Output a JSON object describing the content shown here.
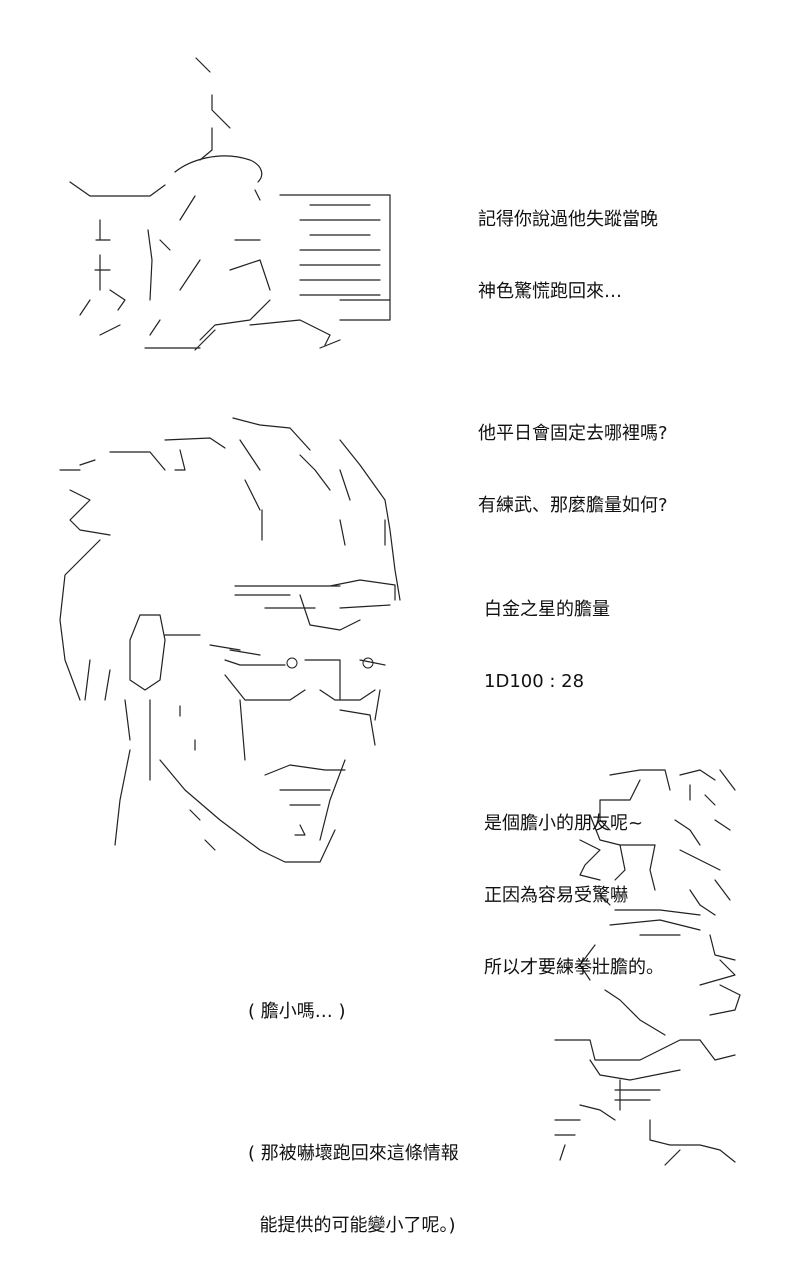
{
  "panel1": {
    "lines": [
      "記得你說過他失蹤當晚",
      "神色驚慌跑回來…",
      "",
      "他平日會固定去哪裡嗎?",
      "有練武、那麼膽量如何?"
    ]
  },
  "panel2": {
    "lines": [
      "白金之星的膽量",
      "1D100 : 28",
      "",
      "是個膽小的朋友呢~",
      "正因為容易受驚嚇",
      "所以才要練拳壯膽的。"
    ]
  },
  "panel3": {
    "lines": [
      "( 膽小嗎… )",
      "",
      "( 那被嚇壞跑回來這條情報",
      "  能提供的可能變小了呢。)"
    ]
  }
}
